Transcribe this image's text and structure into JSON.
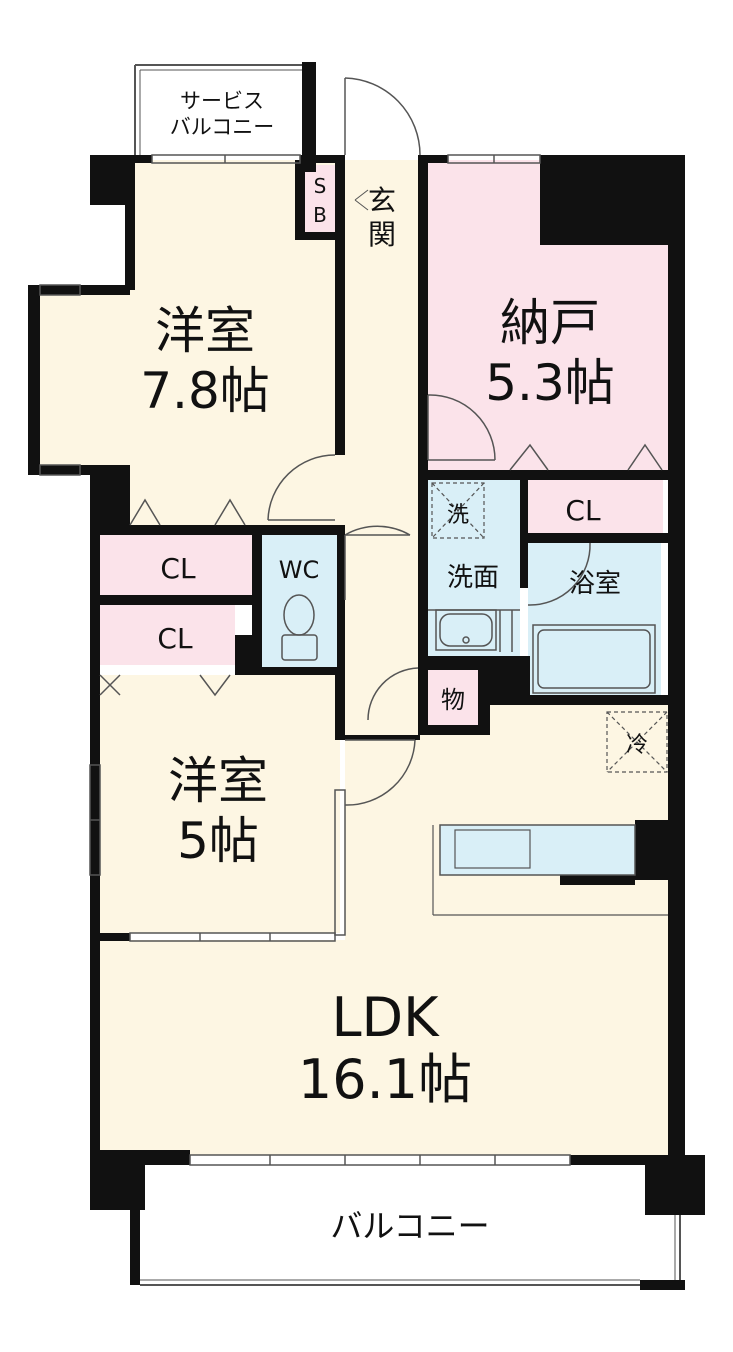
{
  "rooms": {
    "bedroom1": {
      "name": "洋室",
      "size": "7.8帖"
    },
    "storage_room": {
      "name": "納戸",
      "size": "5.3帖"
    },
    "bedroom2": {
      "name": "洋室",
      "size": "5帖"
    },
    "ldk": {
      "name": "LDK",
      "size": "16.1帖"
    }
  },
  "labels": {
    "service_balcony_line1": "サービス",
    "service_balcony_line2": "バルコニー",
    "shoe_box_s": "S",
    "shoe_box_b": "B",
    "entrance_1": "玄",
    "entrance_2": "関",
    "closet_storage": "CL",
    "washer": "洗",
    "closet_upper": "CL",
    "closet_lower": "CL",
    "wc": "WC",
    "washroom": "洗面",
    "bathroom": "浴室",
    "storage": "物",
    "fridge": "冷",
    "balcony": "バルコニー"
  },
  "colors": {
    "wall": "#111111",
    "room_cream": "#fdf6e3",
    "room_pink": "#fbe3ea",
    "room_blue": "#d9eff7",
    "outline": "#555555"
  }
}
